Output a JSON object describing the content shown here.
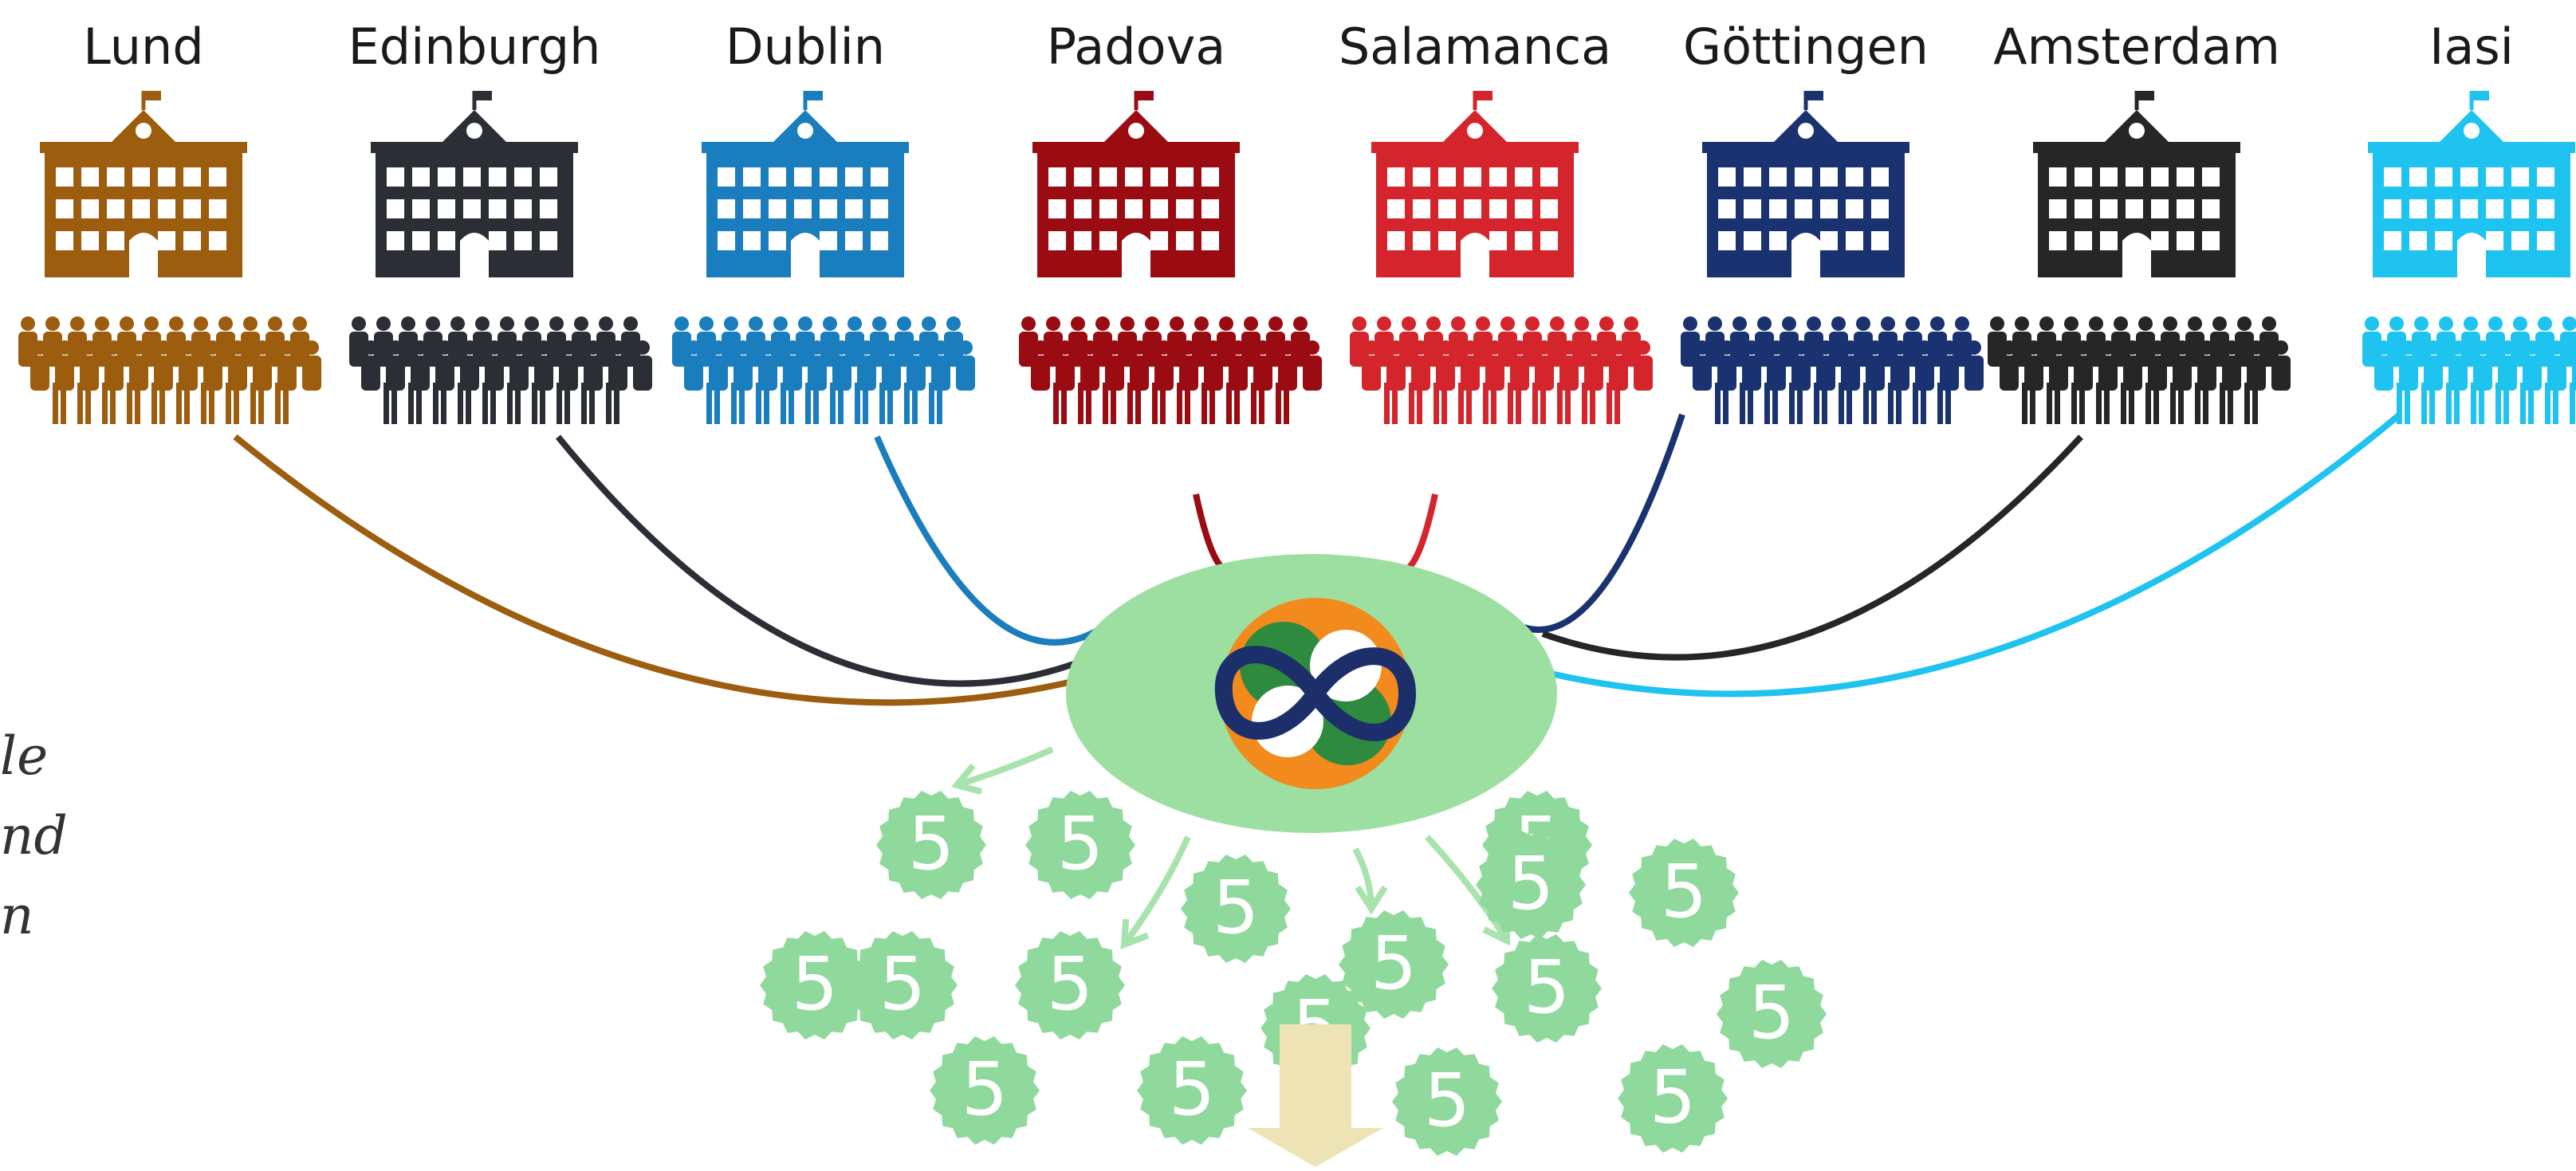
{
  "universities": [
    {
      "name": "Lund",
      "color": "#9c5d0f"
    },
    {
      "name": "Edinburgh",
      "color": "#2b2f35"
    },
    {
      "name": "Dublin",
      "color": "#1a7dbd"
    },
    {
      "name": "Padova",
      "color": "#9b0c12"
    },
    {
      "name": "Salamanca",
      "color": "#d3252b"
    },
    {
      "name": "Göttingen",
      "color": "#1a3270"
    },
    {
      "name": "Amsterdam",
      "color": "#262626"
    },
    {
      "name": "Iasi",
      "color": "#1ec3ef"
    }
  ],
  "hub": {
    "color": "#9ddfa0",
    "logo_colors": [
      "#f28a1d",
      "#2d8a3e",
      "#1c2f6b",
      "#ffffff"
    ]
  },
  "sdg_badges": {
    "label": "5",
    "color": "#8fd99c",
    "count": 17
  },
  "arrow_color": "#eee3b4",
  "side_note_fragments": [
    "le",
    "nd",
    "n"
  ]
}
